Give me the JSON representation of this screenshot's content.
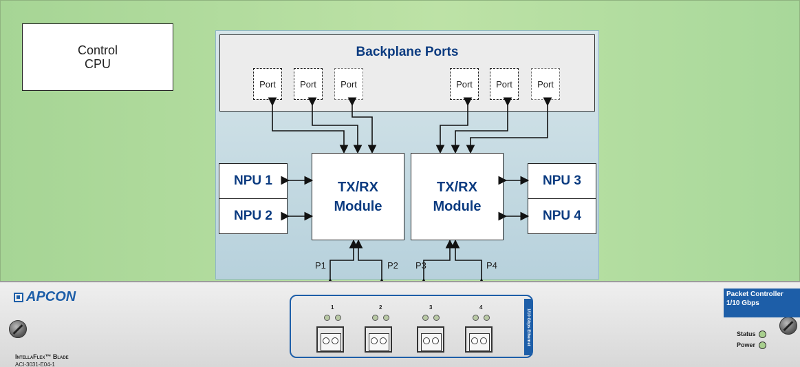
{
  "control_cpu": {
    "label": "Control\nCPU"
  },
  "backplane": {
    "title": "Backplane Ports",
    "ports": [
      "Port",
      "Port",
      "Port",
      "Port",
      "Port",
      "Port"
    ]
  },
  "npus": [
    "NPU 1",
    "NPU 2",
    "NPU 3",
    "NPU 4"
  ],
  "txrx": [
    "TX/RX\nModule",
    "TX/RX\nModule"
  ],
  "links": [
    "P1",
    "P2",
    "P3",
    "P4"
  ],
  "front_panel": {
    "brand": "APCON",
    "product": "IntellaFlex™ Blade",
    "model": "ACI-3031-E04-1",
    "port_group_label": "1/10 Gbps Ethernet",
    "port_numbers": [
      "1",
      "2",
      "3",
      "4"
    ],
    "controller_label": "Packet Controller\n1/10 Gbps",
    "status_label": "Status",
    "power_label": "Power"
  },
  "colors": {
    "accent": "#0b3b80",
    "brand": "#1d5ea8",
    "board": "#b5dea1"
  }
}
